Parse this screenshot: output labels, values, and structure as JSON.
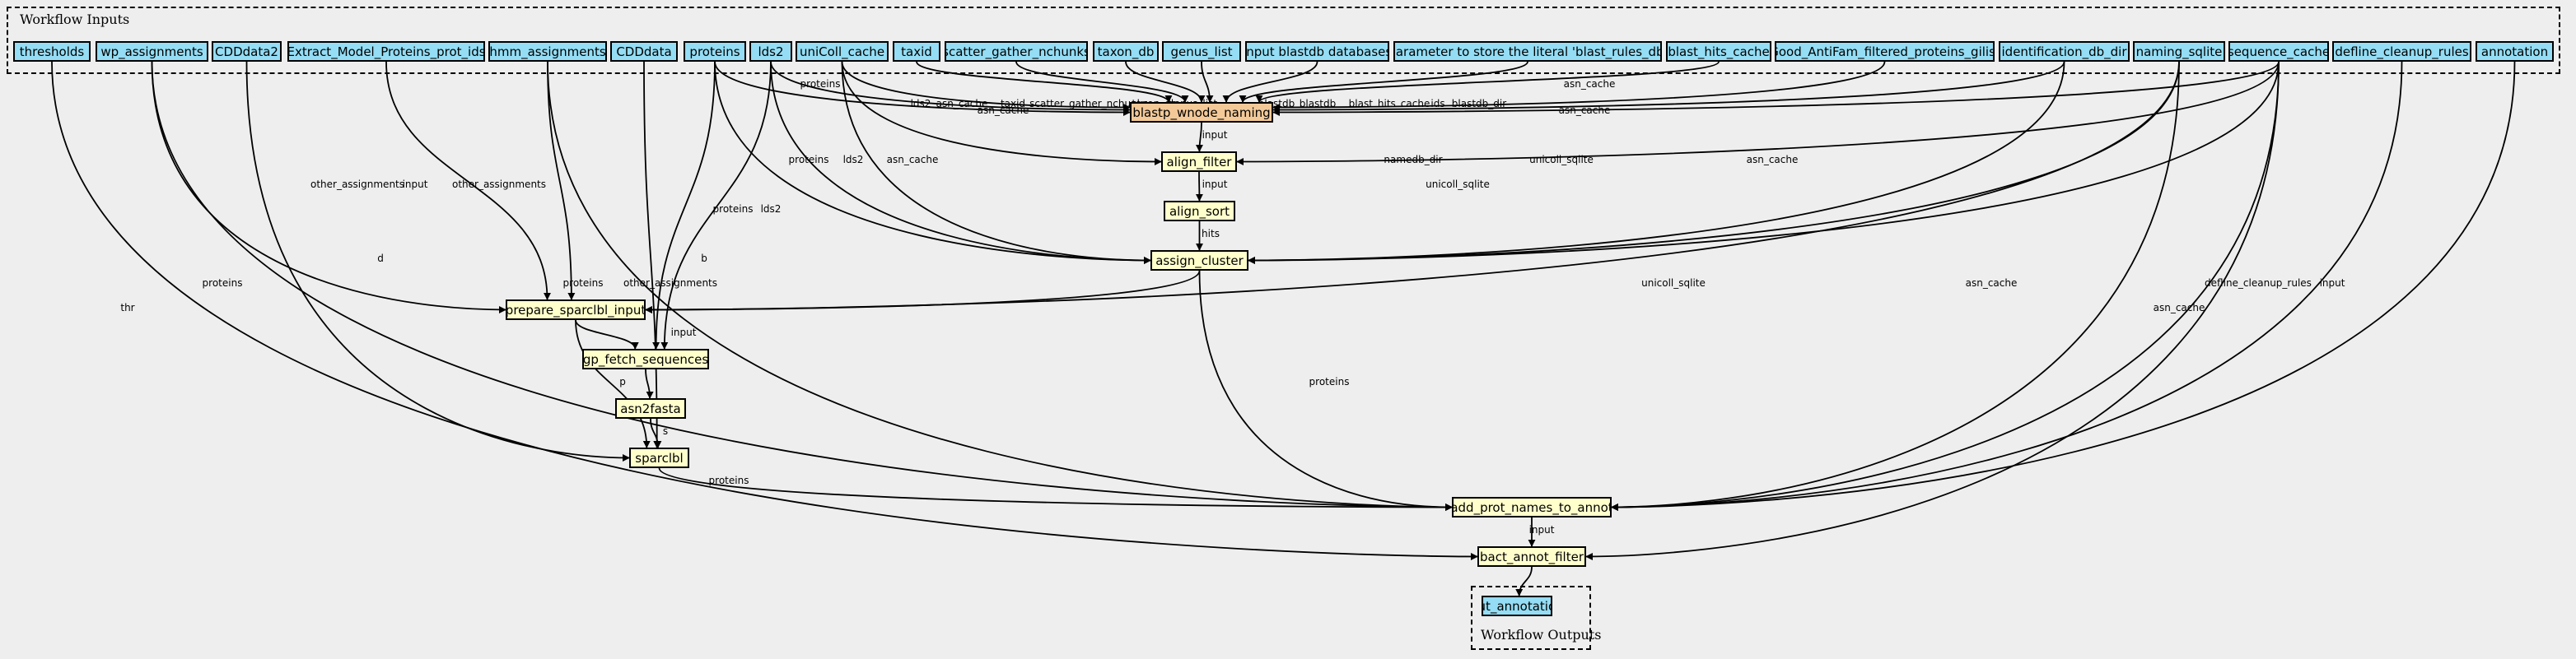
{
  "inputs_cluster": {
    "label": "Workflow Inputs"
  },
  "outputs_cluster": {
    "label": "Workflow Outputs"
  },
  "nodes": [
    {
      "id": "thresholds",
      "label": "thresholds",
      "kind": "input"
    },
    {
      "id": "wp_assignments",
      "label": "wp_assignments",
      "kind": "input"
    },
    {
      "id": "CDDdata2",
      "label": "CDDdata2",
      "kind": "input"
    },
    {
      "id": "Extract_Model_Proteins_prot_ids",
      "label": "Extract_Model_Proteins_prot_ids",
      "kind": "input"
    },
    {
      "id": "hmm_assignments",
      "label": "hmm_assignments",
      "kind": "input"
    },
    {
      "id": "CDDdata",
      "label": "CDDdata",
      "kind": "input"
    },
    {
      "id": "proteins",
      "label": "proteins",
      "kind": "input"
    },
    {
      "id": "lds2",
      "label": "lds2",
      "kind": "input"
    },
    {
      "id": "uniColl_cache",
      "label": "uniColl_cache",
      "kind": "input"
    },
    {
      "id": "taxid",
      "label": "taxid",
      "kind": "input"
    },
    {
      "id": "scatter_gather_nchunks",
      "label": "scatter_gather_nchunks",
      "kind": "input"
    },
    {
      "id": "taxon_db",
      "label": "taxon_db",
      "kind": "input"
    },
    {
      "id": "genus_list",
      "label": "genus_list",
      "kind": "input"
    },
    {
      "id": "input_blastdb",
      "label": "Input blastdb databases",
      "kind": "input"
    },
    {
      "id": "blast_rules_param",
      "label": "parameter to store the literal 'blast_rules_db'",
      "kind": "input"
    },
    {
      "id": "blast_hits_cache",
      "label": "blast_hits_cache",
      "kind": "input"
    },
    {
      "id": "good_antifam",
      "label": "Good_AntiFam_filtered_proteins_gilist",
      "kind": "input"
    },
    {
      "id": "identification_db_dir",
      "label": "identification_db_dir",
      "kind": "input"
    },
    {
      "id": "naming_sqlite",
      "label": "naming_sqlite",
      "kind": "input"
    },
    {
      "id": "sequence_cache",
      "label": "sequence_cache",
      "kind": "input"
    },
    {
      "id": "defline_cleanup_rules",
      "label": "defline_cleanup_rules",
      "kind": "input"
    },
    {
      "id": "annotation",
      "label": "annotation",
      "kind": "input"
    },
    {
      "id": "blastp_wnode_naming",
      "label": "blastp_wnode_naming",
      "kind": "hl"
    },
    {
      "id": "align_filter",
      "label": "align_filter",
      "kind": "step"
    },
    {
      "id": "align_sort",
      "label": "align_sort",
      "kind": "step"
    },
    {
      "id": "assign_cluster",
      "label": "assign_cluster",
      "kind": "step"
    },
    {
      "id": "prepare_sparclbl_input",
      "label": "prepare_sparclbl_input",
      "kind": "step"
    },
    {
      "id": "gp_fetch_sequences",
      "label": "gp_fetch_sequences",
      "kind": "step"
    },
    {
      "id": "asn2fasta",
      "label": "asn2fasta",
      "kind": "step"
    },
    {
      "id": "sparclbl",
      "label": "sparclbl",
      "kind": "step"
    },
    {
      "id": "add_prot_names_to_annot",
      "label": "add_prot_names_to_annot",
      "kind": "step"
    },
    {
      "id": "bact_annot_filter",
      "label": "bact_annot_filter",
      "kind": "step"
    },
    {
      "id": "out_annotation",
      "label": "out_annotation",
      "kind": "output"
    }
  ],
  "edges": [
    {
      "from": "proteins",
      "to": "blastp_wnode_naming",
      "label": "proteins"
    },
    {
      "from": "lds2",
      "to": "blastp_wnode_naming",
      "label": "lds2"
    },
    {
      "from": "uniColl_cache",
      "to": "blastp_wnode_naming",
      "label": "asn_cache"
    },
    {
      "from": "taxid",
      "to": "blastp_wnode_naming",
      "label": "taxid"
    },
    {
      "from": "scatter_gather_nchunks",
      "to": "blastp_wnode_naming",
      "label": "scatter_gather_nchunks"
    },
    {
      "from": "taxon_db",
      "to": "blastp_wnode_naming",
      "label": "taxon_db"
    },
    {
      "from": "genus_list",
      "to": "blastp_wnode_naming",
      "label": "genus_list"
    },
    {
      "from": "input_blastdb",
      "to": "blastp_wnode_naming",
      "label": "blastdb"
    },
    {
      "from": "blast_rules_param",
      "to": "blastp_wnode_naming",
      "label": "blastdb"
    },
    {
      "from": "blast_hits_cache",
      "to": "blastp_wnode_naming",
      "label": "blast_hits_cache"
    },
    {
      "from": "good_antifam",
      "to": "blastp_wnode_naming",
      "label": "ids"
    },
    {
      "from": "identification_db_dir",
      "to": "blastp_wnode_naming",
      "label": "blastdb_dir"
    },
    {
      "from": "sequence_cache",
      "to": "blastp_wnode_naming",
      "label": "asn_cache"
    },
    {
      "from": "blastp_wnode_naming",
      "to": "align_filter",
      "label": "input"
    },
    {
      "from": "uniColl_cache",
      "to": "align_filter",
      "label": "asn_cache"
    },
    {
      "from": "sequence_cache",
      "to": "align_filter",
      "label": "asn_cache"
    },
    {
      "from": "align_filter",
      "to": "align_sort",
      "label": "input"
    },
    {
      "from": "align_sort",
      "to": "assign_cluster",
      "label": "hits"
    },
    {
      "from": "proteins",
      "to": "assign_cluster",
      "label": "proteins"
    },
    {
      "from": "lds2",
      "to": "assign_cluster",
      "label": "lds2"
    },
    {
      "from": "uniColl_cache",
      "to": "assign_cluster",
      "label": "asn_cache"
    },
    {
      "from": "identification_db_dir",
      "to": "assign_cluster",
      "label": "namedb_dir"
    },
    {
      "from": "naming_sqlite",
      "to": "assign_cluster",
      "label": "unicoll_sqlite"
    },
    {
      "from": "sequence_cache",
      "to": "assign_cluster",
      "label": "asn_cache"
    },
    {
      "from": "wp_assignments",
      "to": "prepare_sparclbl_input",
      "label": "other_assignments"
    },
    {
      "from": "Extract_Model_Proteins_prot_ids",
      "to": "prepare_sparclbl_input",
      "label": "input"
    },
    {
      "from": "hmm_assignments",
      "to": "prepare_sparclbl_input",
      "label": "other_assignments"
    },
    {
      "from": "assign_cluster",
      "to": "prepare_sparclbl_input",
      "label": "other_assignments"
    },
    {
      "from": "naming_sqlite",
      "to": "prepare_sparclbl_input",
      "label": "unicoll_sqlite"
    },
    {
      "from": "prepare_sparclbl_input",
      "to": "gp_fetch_sequences",
      "label": "input"
    },
    {
      "from": "proteins",
      "to": "gp_fetch_sequences",
      "label": "proteins"
    },
    {
      "from": "lds2",
      "to": "gp_fetch_sequences",
      "label": "lds2"
    },
    {
      "from": "gp_fetch_sequences",
      "to": "asn2fasta",
      "label": ""
    },
    {
      "from": "asn2fasta",
      "to": "sparclbl",
      "label": "s"
    },
    {
      "from": "prepare_sparclbl_input",
      "to": "sparclbl",
      "label": "p"
    },
    {
      "from": "CDDdata2",
      "to": "sparclbl",
      "label": "d"
    },
    {
      "from": "CDDdata",
      "to": "sparclbl",
      "label": "b"
    },
    {
      "from": "sparclbl",
      "to": "add_prot_names_to_annot",
      "label": "proteins"
    },
    {
      "from": "assign_cluster",
      "to": "add_prot_names_to_annot",
      "label": "proteins"
    },
    {
      "from": "hmm_assignments",
      "to": "add_prot_names_to_annot",
      "label": "proteins"
    },
    {
      "from": "wp_assignments",
      "to": "add_prot_names_to_annot",
      "label": "proteins"
    },
    {
      "from": "naming_sqlite",
      "to": "add_prot_names_to_annot",
      "label": "unicoll_sqlite"
    },
    {
      "from": "sequence_cache",
      "to": "add_prot_names_to_annot",
      "label": "asn_cache"
    },
    {
      "from": "defline_cleanup_rules",
      "to": "add_prot_names_to_annot",
      "label": "defline_cleanup_rules"
    },
    {
      "from": "annotation",
      "to": "add_prot_names_to_annot",
      "label": "input"
    },
    {
      "from": "add_prot_names_to_annot",
      "to": "bact_annot_filter",
      "label": "input"
    },
    {
      "from": "thresholds",
      "to": "bact_annot_filter",
      "label": "thr"
    },
    {
      "from": "sequence_cache",
      "to": "bact_annot_filter",
      "label": "asn_cache"
    },
    {
      "from": "bact_annot_filter",
      "to": "out_annotation",
      "label": ""
    }
  ]
}
